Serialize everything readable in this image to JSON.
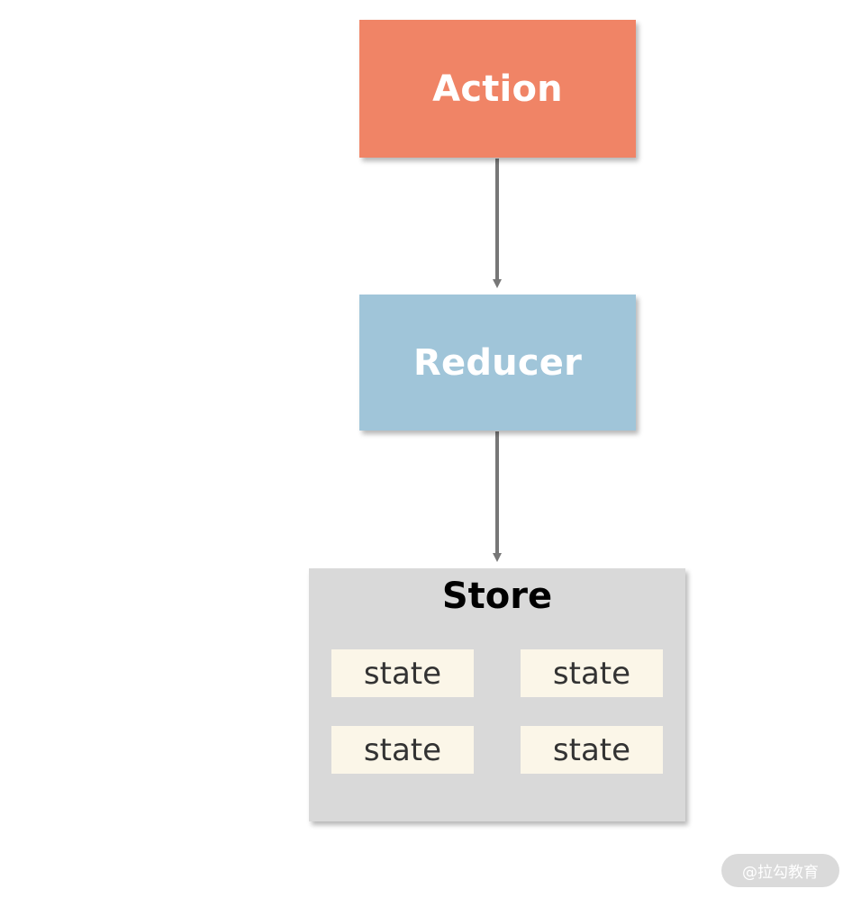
{
  "nodes": {
    "action": {
      "label": "Action"
    },
    "reducer": {
      "label": "Reducer"
    },
    "store": {
      "label": "Store",
      "states": [
        "state",
        "state",
        "state",
        "state"
      ]
    }
  },
  "watermark": {
    "text": "@拉勾教育"
  },
  "colors": {
    "action_fill": "#f08466",
    "reducer_fill": "#a0c5d9",
    "store_fill": "#d9d9d9",
    "state_fill": "#fbf6e8",
    "arrow": "#777777"
  }
}
